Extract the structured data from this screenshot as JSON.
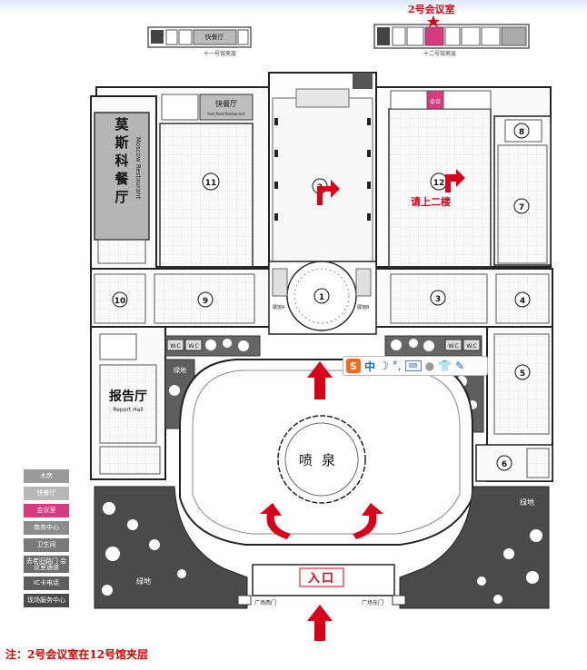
{
  "labels": {
    "room2_title": "2号会议室",
    "hall11_mezzanine": "十一号馆夹层",
    "hall12_mezzanine": "十二号馆夹层",
    "fast_food": "快餐厅",
    "fast_food_en": "Fast food Restaurant",
    "moscow_cn": "莫斯科餐厅",
    "moscow_en": "Moscow Restaurant",
    "report_cn": "报告厅",
    "report_en": "Report Hall",
    "fountain": "喷泉",
    "entrance": "入口",
    "upstairs": "请上二楼",
    "green_left": "绿地",
    "green_right": "绿地",
    "green_inner": "绿地",
    "wc": "W.C",
    "square_west_gate": "广场西门",
    "square_east_gate": "广场东门",
    "meeting": "会议",
    "hall_a": "展馆A",
    "hall_b": "展馆B"
  },
  "halls": [
    "1",
    "3",
    "4",
    "5",
    "6",
    "7",
    "8",
    "9",
    "10",
    "11",
    "12",
    "2"
  ],
  "legend": [
    {
      "label": "木房",
      "color": "#9a9a9a"
    },
    {
      "label": "快餐厅",
      "color": "#b8b8b8"
    },
    {
      "label": "会议室",
      "color": "#d63b7f"
    },
    {
      "label": "商务中心",
      "color": "#8c8c8c"
    },
    {
      "label": "卫生间",
      "color": "#7a7a7a"
    },
    {
      "label": "去老旧路门\n会议室通道",
      "color": "#6d6d6d"
    },
    {
      "label": "IC卡电话",
      "color": "#5d5d5d"
    },
    {
      "label": "现场服务中心",
      "color": "#4a4a4a"
    }
  ],
  "ime": {
    "logo": "S",
    "zh": "中",
    "moon": "☽",
    "pt": "°,",
    "kb": "⌨",
    "user": "●",
    "shirt": "👕",
    "wrench": "✎"
  },
  "note": "注：2号会议室在12号馆夹层",
  "colors": {
    "accent_red": "#d7001a",
    "meeting_pink": "#d63b7f",
    "green_dark": "#5e5e5e"
  }
}
